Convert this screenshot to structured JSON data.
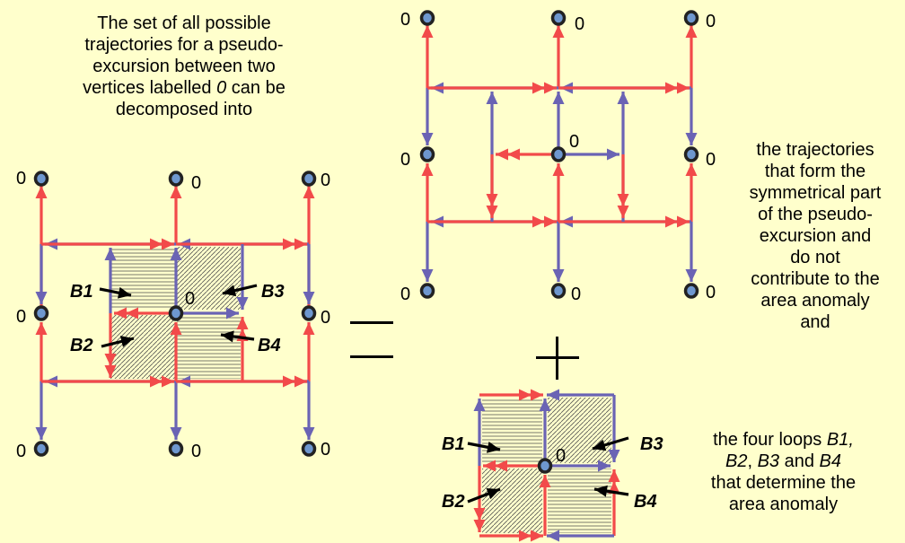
{
  "colors": {
    "background": "#ffffcc",
    "red": "#f24a4a",
    "blue": "#6a63b4",
    "node_fill": "#6e97cf",
    "node_stroke": "#222222"
  },
  "intro": {
    "lines": [
      "The set of all possible",
      "trajectories for a pseudo-",
      "excursion between two",
      "vertices labelled ",
      "decomposed into"
    ],
    "italic_zero": "0",
    "can_be": " can be"
  },
  "symmetric_text": [
    "the trajectories",
    "that form the",
    "symmetrical part",
    "of the pseudo-",
    "excursion and",
    "do not",
    "contribute to the",
    "area anomaly",
    "and"
  ],
  "loops_text": {
    "line1_prefix": "the four loops ",
    "b1": "B1,",
    "b2": "B2",
    "comma_sep": ", ",
    "b3": "B3",
    "and_word": " and ",
    "b4": "B4",
    "line3": "that determine the",
    "line4": "area anomaly"
  },
  "vertex_label": "0",
  "loop_labels": [
    "B1",
    "B2",
    "B3",
    "B4"
  ],
  "operators": {
    "equals": "=",
    "plus": "+"
  }
}
